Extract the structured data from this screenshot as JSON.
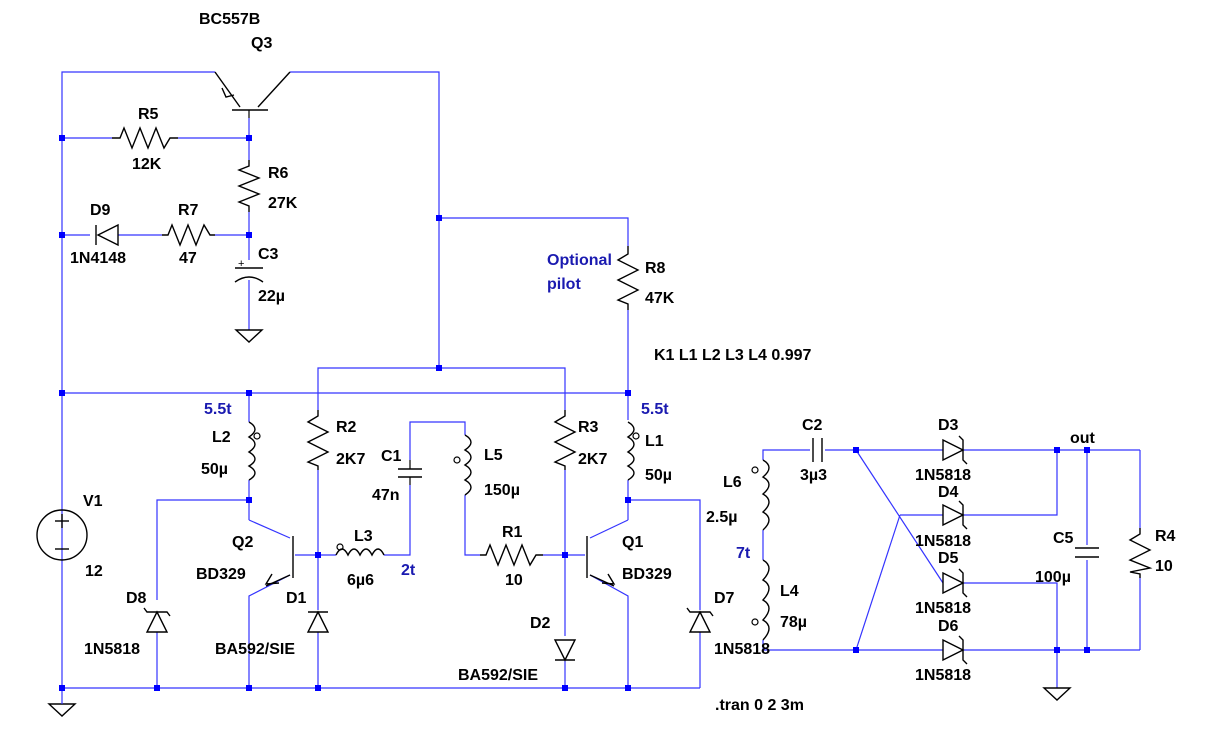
{
  "components": {
    "q3": {
      "type": "BC557B",
      "ref": "Q3"
    },
    "r5": {
      "ref": "R5",
      "value": "12K"
    },
    "r6": {
      "ref": "R6",
      "value": "27K"
    },
    "d9": {
      "ref": "D9",
      "type": "1N4148"
    },
    "r7": {
      "ref": "R7",
      "value": "47"
    },
    "c3": {
      "ref": "C3",
      "value": "22µ",
      "plus": "+"
    },
    "r8": {
      "ref": "R8",
      "value": "47K",
      "note": [
        "Optional",
        "pilot"
      ]
    },
    "l2": {
      "ref": "L2",
      "value": "50µ",
      "turns": "5.5t"
    },
    "r2": {
      "ref": "R2",
      "value": "2K7"
    },
    "c1": {
      "ref": "C1",
      "value": "47n"
    },
    "l5": {
      "ref": "L5",
      "value": "150µ"
    },
    "r3": {
      "ref": "R3",
      "value": "2K7"
    },
    "l1": {
      "ref": "L1",
      "value": "50µ",
      "turns": "5.5t"
    },
    "v1": {
      "ref": "V1",
      "value": "12"
    },
    "q2": {
      "ref": "Q2",
      "type": "BD329"
    },
    "l3": {
      "ref": "L3",
      "value": "6µ6",
      "turns": "2t"
    },
    "r1": {
      "ref": "R1",
      "value": "10"
    },
    "q1": {
      "ref": "Q1",
      "type": "BD329"
    },
    "d8": {
      "ref": "D8",
      "type": "1N5818"
    },
    "d1": {
      "ref": "D1",
      "type": "BA592/SIE"
    },
    "d2": {
      "ref": "D2",
      "type": "BA592/SIE"
    },
    "d7": {
      "ref": "D7",
      "type": "1N5818"
    },
    "c2": {
      "ref": "C2",
      "value": "3µ3"
    },
    "l6": {
      "ref": "L6",
      "value": "2.5µ"
    },
    "l4": {
      "ref": "L4",
      "value": "78µ",
      "turns": "7t"
    },
    "d3": {
      "ref": "D3",
      "type": "1N5818"
    },
    "d4": {
      "ref": "D4",
      "type": "1N5818"
    },
    "d5": {
      "ref": "D5",
      "type": "1N5818"
    },
    "d6": {
      "ref": "D6",
      "type": "1N5818"
    },
    "c5": {
      "ref": "C5",
      "value": "100µ"
    },
    "r4": {
      "ref": "R4",
      "value": "10"
    }
  },
  "net_out": "out",
  "spice": {
    "coupling": "K1 L1 L2 L3 L4 0.997",
    "tran": ".tran 0 2 3m"
  },
  "colors": {
    "wire": "#3434ff",
    "component": "#000000",
    "junction": "#0000ff",
    "annotation": "#1a1ab0"
  }
}
